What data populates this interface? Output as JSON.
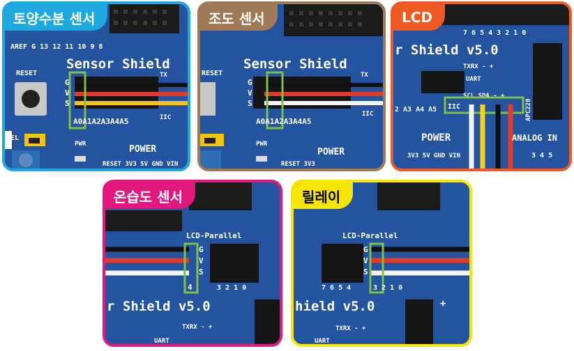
{
  "panels": [
    {
      "title": "토양수분 센서",
      "color": "#1ea8e0",
      "text_color": "#ffffff",
      "board": {
        "heading": "Sensor Shield",
        "reset": "RESET",
        "gvs": [
          "G",
          "V",
          "S"
        ],
        "pins": "A0A1A2A3A4A5",
        "header": "AREF G 13 12  11 10 9 8",
        "power": "POWER",
        "pwr": "PWR",
        "rail": "RESET 3V3 5V GND VIN",
        "iic": "IIC",
        "sel": "SEL",
        "tx": "TX"
      }
    },
    {
      "title": "조도 센서",
      "color": "#a07a56",
      "text_color": "#ffffff",
      "board": {
        "heading": "Sensor Shield",
        "reset": "RESET",
        "gvs": [
          "G",
          "V",
          "S"
        ],
        "pins": "A0A1A2A3A4A5",
        "power": "POWER",
        "pwr": "PWR",
        "rail": "RESET 3V3",
        "iic": "IIC",
        "tx": "TX"
      }
    },
    {
      "title": "LCD",
      "color": "#ef5a24",
      "text_color": "#ffffff",
      "board": {
        "heading": "r Shield v5.0",
        "header": "7 6 5 4    3 2 1 0",
        "txrx": "TXRX - +",
        "uart": "UART",
        "scl_sda": "SCL SDA - +",
        "iic": "IIC",
        "pins": "2 A3 A4 A5",
        "power": "POWER",
        "analog": "ANALOG IN",
        "rail": "3V3 5V GND VIN",
        "apc": "APC220",
        "nums": "3 4 5"
      }
    },
    {
      "title": "온습도 센서",
      "color": "#e2187f",
      "text_color": "#ffffff",
      "board": {
        "lcd": "LCD-Parallel",
        "gvs": [
          "G",
          "V",
          "S"
        ],
        "pin": "4",
        "nums": "3 2 1 0",
        "heading": "r Shield v5.0",
        "txrx": "TXRX - +",
        "uart": "UART"
      }
    },
    {
      "title": "릴레이",
      "color": "#f7e600",
      "text_color": "#000000",
      "board": {
        "lcd": "LCD-Parallel",
        "gvs": [
          "G",
          "V",
          "S"
        ],
        "nums": "3 2 1 0",
        "heading": "hield v5.0",
        "pin_row": "7 6 5 4",
        "txrx": "TXRX - +",
        "uart": "UART",
        "plus": "+"
      }
    }
  ]
}
